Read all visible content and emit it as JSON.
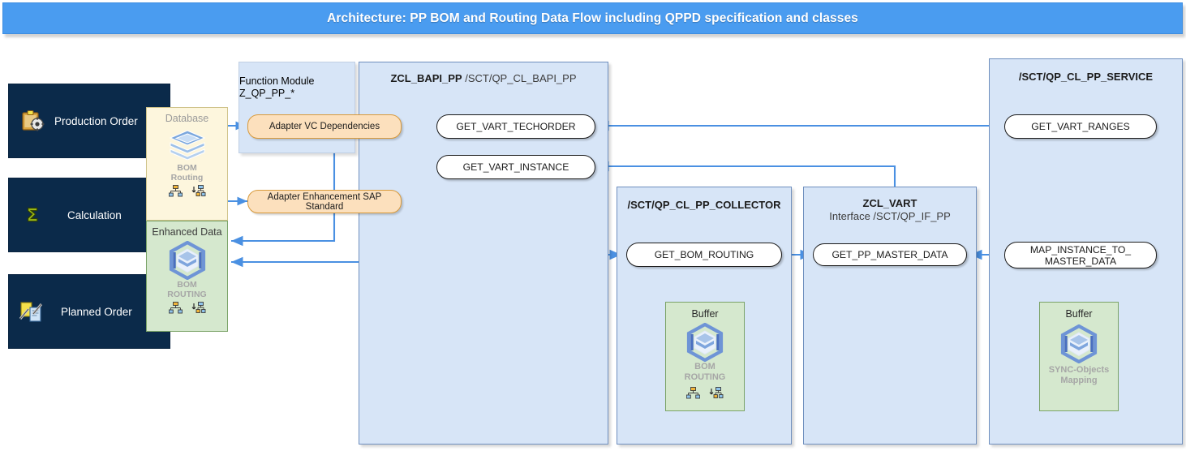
{
  "title_bar": {
    "text": "Architecture: PP BOM and Routing Data Flow including QPPD specification and classes",
    "bg": "#4a9cf0",
    "fg": "#ffffff"
  },
  "left_entities": [
    {
      "label": "Production Order",
      "icon": "clipboard-gear-icon"
    },
    {
      "label": "Calculation",
      "icon": "sigma-icon"
    },
    {
      "label": "Planned Order",
      "icon": "document-pen-icon"
    }
  ],
  "storage": [
    {
      "name": "database",
      "caption": "Database",
      "stack_label_line1": "BOM",
      "stack_label_line2": "Routing",
      "icon": "layer-stack-icon",
      "mini_icons": [
        "network-tree-icon",
        "import-download-icon"
      ],
      "bg": "#fdf6dd",
      "border": "#cfc38a"
    },
    {
      "name": "enhanced-data",
      "caption": "Enhanced Data",
      "stack_label_line1": "BOM",
      "stack_label_line2": "ROUTING",
      "icon": "hex-cube-icon",
      "mini_icons": [
        "network-tree-icon",
        "import-download-icon"
      ],
      "bg": "#d5e8ce",
      "border": "#7aa367"
    }
  ],
  "panels": {
    "function_module": {
      "title_line1": "Function Module",
      "title_line2": "Z_QP_PP_*"
    },
    "bapi": {
      "title_bold": "ZCL_BAPI_PP",
      "title_rest": " /SCT/QP_CL_BAPI_PP",
      "methods": [
        {
          "label": "GET_VART_TECHORDER"
        },
        {
          "label": "GET_VART_INSTANCE"
        }
      ]
    },
    "collector": {
      "title_bold": "/SCT/QP_CL_PP_COLLECTOR",
      "title_rest": "",
      "methods": [
        {
          "label": "GET_BOM_ROUTING"
        }
      ],
      "buffer": {
        "caption": "Buffer",
        "label_line1": "BOM",
        "label_line2": "ROUTING",
        "icon": "hex-cube-icon",
        "mini_icons": [
          "network-tree-icon",
          "import-download-icon"
        ]
      }
    },
    "vart": {
      "title_bold": "ZCL_VART",
      "title_rest": "Interface /SCT/QP_IF_PP",
      "methods": [
        {
          "label": "GET_PP_MASTER_DATA"
        }
      ]
    },
    "service": {
      "title_bold": "/SCT/QP_CL_PP_SERVICE",
      "title_rest": "",
      "methods": [
        {
          "label": "GET_VART_RANGES"
        },
        {
          "label_line1": "MAP_INSTANCE_TO_",
          "label_line2": "MASTER_DATA"
        }
      ],
      "buffer": {
        "caption": "Buffer",
        "label_line1": "SYNC-Objects",
        "label_line2": "Mapping",
        "icon": "hex-cube-icon"
      }
    }
  },
  "adapters": [
    {
      "label": "Adapter VC Dependencies"
    },
    {
      "label": "Adapter Enhancement SAP Standard"
    }
  ],
  "colors": {
    "panel_bg": "#d7e5f7",
    "panel_border": "#6f8fbe",
    "arrow": "#4a90e2",
    "dark_box": "#0b2a4a",
    "adapter_bg": "#fce0bd",
    "adapter_border": "#d89a3c",
    "buffer_bg": "#d5e8ce",
    "buffer_border": "#7aa367"
  }
}
